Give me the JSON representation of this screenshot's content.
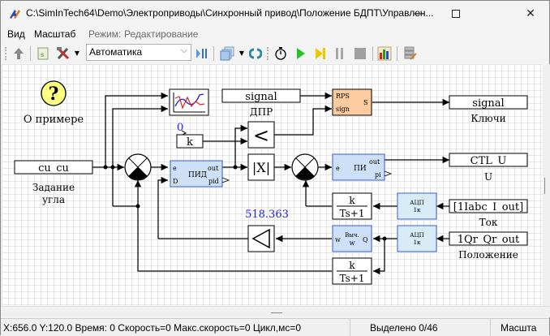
{
  "window": {
    "title": "C:\\SimInTech64\\Demo\\Электроприводы\\Синхронный привод\\Положение БДПТ\\Управлен...",
    "minimize_glyph": "—",
    "maximize_glyph": "☐",
    "close_glyph": "✕",
    "app_icon": "simintech-logo-icon"
  },
  "menu": {
    "items": [
      {
        "label": "Вид"
      },
      {
        "label": "Масштаб"
      }
    ],
    "mode_label": "Режим:",
    "mode_value": "Редактирование"
  },
  "toolbar": {
    "combo_value": "Автоматика",
    "buttons": [
      {
        "name": "up-arrow-icon"
      },
      {
        "name": "script-icon"
      },
      {
        "name": "tools-icon"
      },
      {
        "name": "dropdown-icon"
      },
      {
        "name": "mode-select"
      },
      {
        "name": "align-icon"
      },
      {
        "name": "layers-icon"
      },
      {
        "name": "dropdown-icon"
      },
      {
        "name": "refresh-icon"
      },
      {
        "name": "stopwatch-icon"
      },
      {
        "name": "play-icon"
      },
      {
        "name": "step-icon"
      },
      {
        "name": "pause-icon"
      },
      {
        "name": "stop-icon"
      },
      {
        "name": "chart-icon"
      },
      {
        "name": "database-edit-icon"
      }
    ]
  },
  "diagram": {
    "help_glyph": "?",
    "help_label": "О примере",
    "blocks": {
      "input_angle": {
        "text": "cu_cu",
        "caption_1": "Задание",
        "caption_2": "угла"
      },
      "dpr_input": {
        "text": "signal",
        "caption": "ДПР"
      },
      "const_k": {
        "value": "0",
        "text": "k"
      },
      "rps": {
        "port1": "RPS",
        "port2": "sign",
        "out": "S"
      },
      "compare": {
        "text": "<"
      },
      "abs": {
        "text": "|X|"
      },
      "pid": {
        "port_e": "e",
        "port_d": "D",
        "title": "ПИД",
        "out": "out",
        "out2": "pid"
      },
      "pi": {
        "port_e": "e",
        "title": "ПИ",
        "out": "out",
        "out2": "pi"
      },
      "out_keys": {
        "text": "signal",
        "caption": "Ключи"
      },
      "out_ctl": {
        "text": "CTL_U",
        "caption": "U"
      },
      "tf1": {
        "num": "k",
        "den": "Ts+1"
      },
      "tf2": {
        "num": "k",
        "den": "Ts+1"
      },
      "adc1": {
        "line1": "АЦП",
        "line2": "1к"
      },
      "adc2": {
        "line1": "АЦП",
        "line2": "1к"
      },
      "in_current": {
        "text": "[1Iabc_I_out]",
        "caption": "Ток"
      },
      "in_position": {
        "text": "1Qr_Qr_out",
        "caption": "Положение"
      },
      "gain": {
        "value": "518.363"
      },
      "calc_w": {
        "port_in": "w",
        "title1": "Выч.",
        "title2": "w",
        "port_out": "Q"
      }
    }
  },
  "status": {
    "coords": "X:656.0  Y:120.0 Время: 0 Скорость=0 Макс.скорость=0 Цикл,мс=0",
    "selected": "Выделено 0/46",
    "scale": "Масшта"
  }
}
